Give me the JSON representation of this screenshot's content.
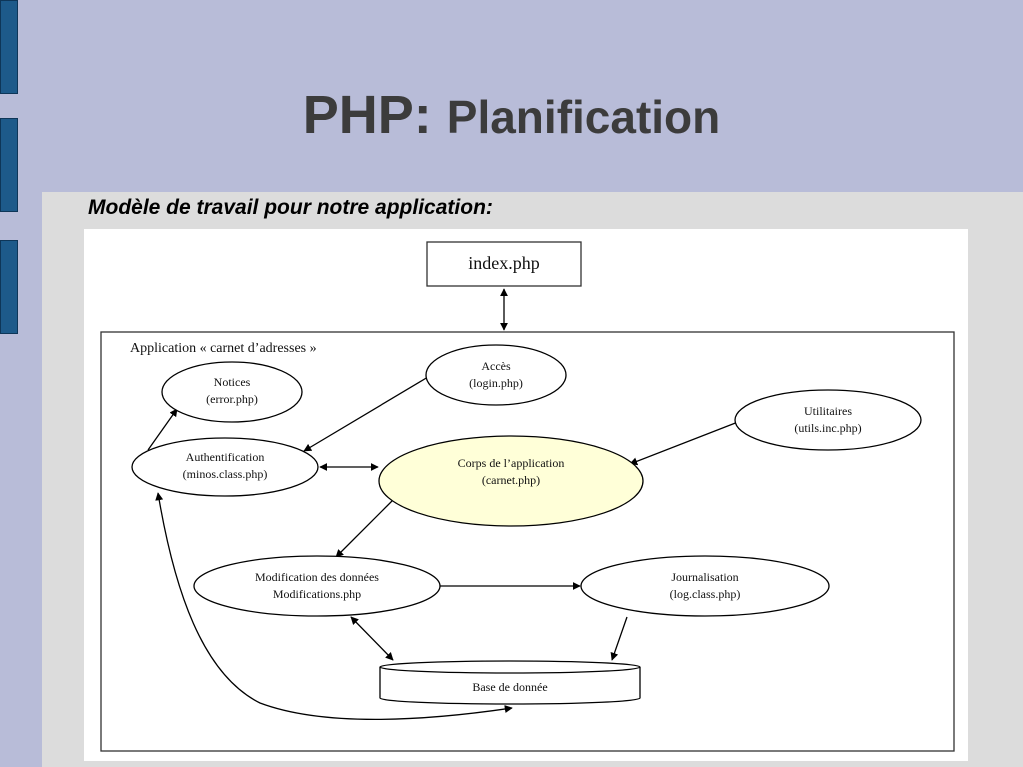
{
  "slide": {
    "title_part1": "PHP:",
    "title_part2": "Planification",
    "subtitle": "Modèle de travail pour notre application:"
  },
  "diagram": {
    "index_box": "index.php",
    "container_label": "Application « carnet d’adresses »",
    "nodes": {
      "notices": {
        "line1": "Notices",
        "line2": "(error.php)"
      },
      "acces": {
        "line1": "Accès",
        "line2": "(login.php)"
      },
      "utilitaires": {
        "line1": "Utilitaires",
        "line2": "(utils.inc.php)"
      },
      "auth": {
        "line1": "Authentification",
        "line2": "(minos.class.php)"
      },
      "corps": {
        "line1": "Corps de l’application",
        "line2": "(carnet.php)"
      },
      "modif": {
        "line1": "Modification des données",
        "line2": "Modifications.php"
      },
      "journal": {
        "line1": "Journalisation",
        "line2": "(log.class.php)"
      },
      "database": {
        "label": "Base de donnée"
      }
    }
  },
  "colors": {
    "accent_tab": "#1d5a8a",
    "core_fill": "#ffffd8"
  }
}
